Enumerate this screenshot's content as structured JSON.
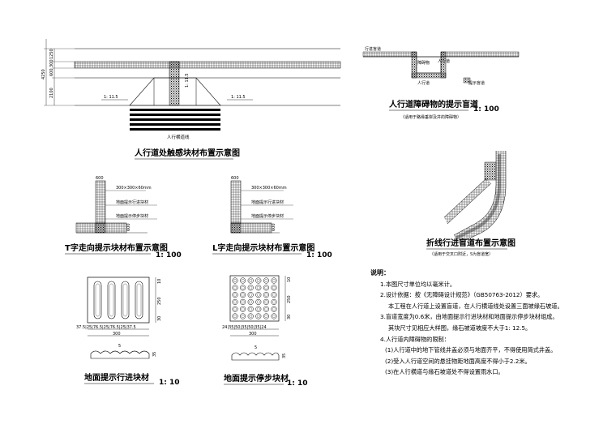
{
  "crossing": {
    "title": "人行道处触感块材布置示意图",
    "crosswalk_label": "人行横道线",
    "slope_left": "1: 11.5",
    "slope_mid": "1: 11.5",
    "slope_right": "1: 11.5",
    "dim_total": "4250",
    "dim_a": "1250",
    "dim_b": "300",
    "dim_c": "600",
    "dim_d": "2100"
  },
  "obstacle": {
    "title": "人行道障碍物的提示盲道",
    "subtitle": "（适用于路缘垂岸及井的障碍物）",
    "scale": "1: 100",
    "label_stop": "行进盲道",
    "label_sign": "障碍物",
    "label_walk1": "人行道",
    "label_walk2": "人行道",
    "label_warn": "提示盲道"
  },
  "tjunction": {
    "title": "T字走向提示块材布置示意图",
    "scale": "1: 100",
    "dim_top": "600",
    "dim_right": "600",
    "label_size": "300×300×60mm",
    "label_go": "地面提示行进块材",
    "label_stop": "地面提示停步块材"
  },
  "ljunction": {
    "title": "L字走向提示块材布置示意图",
    "scale": "1: 100",
    "dim_top": "600",
    "dim_right": "600",
    "label_size": "300×300×60mm",
    "label_go": "地面提示行进块材",
    "label_stop": "地面提示停步块材"
  },
  "bend": {
    "title": "折线行进盲道布置示意图",
    "subtitle": "（适用于交叉口附近，S为盲道宽）"
  },
  "gotile": {
    "title": "地面提示行进块材",
    "scale": "1: 10",
    "dims_bottom": "37.5|25|76.5|25|76.5|25|37.5",
    "dim_width": "300",
    "dim_right_a": "250",
    "dim_right_b": "30",
    "dim_right_c": "10",
    "section_dim": "5",
    "section_dim2": "35"
  },
  "stoptile": {
    "title": "地面提示停步块材",
    "scale": "1: 10",
    "dims_bottom": "24|35|50|35|50|35|24",
    "dim_width": "300",
    "dim_right_a": "250",
    "dim_right_b": "30",
    "dim_right_c": "10",
    "section_dim": "5",
    "section_dim2": "35"
  },
  "notes": {
    "heading": "说明：",
    "lines": [
      "1.本图尺寸单位均以毫米计。",
      "2.设计依据：按《无障碍设计规范》（GB50763-2012）要求。",
      "本工程在人行道上设置盲道，在人行横道线处设置三面坡缘石坡道。",
      "3.盲道宽度为0.6米，由地面提示行进块材和地面提示停步块材组成。",
      "其块尺寸见相应大样图，缘石坡道坡度不大于1: 12.5。",
      "4.人行道内障碍物的限制：",
      "(1)人行道中的地下管线井盖必须与地面齐平，不得使用简式井盖。",
      "(2)受入人行道空间的悬挂物距地面高度不得小于2.2米。",
      "(3)在人行横道与缘石坡道处不得设置雨水口。"
    ]
  }
}
